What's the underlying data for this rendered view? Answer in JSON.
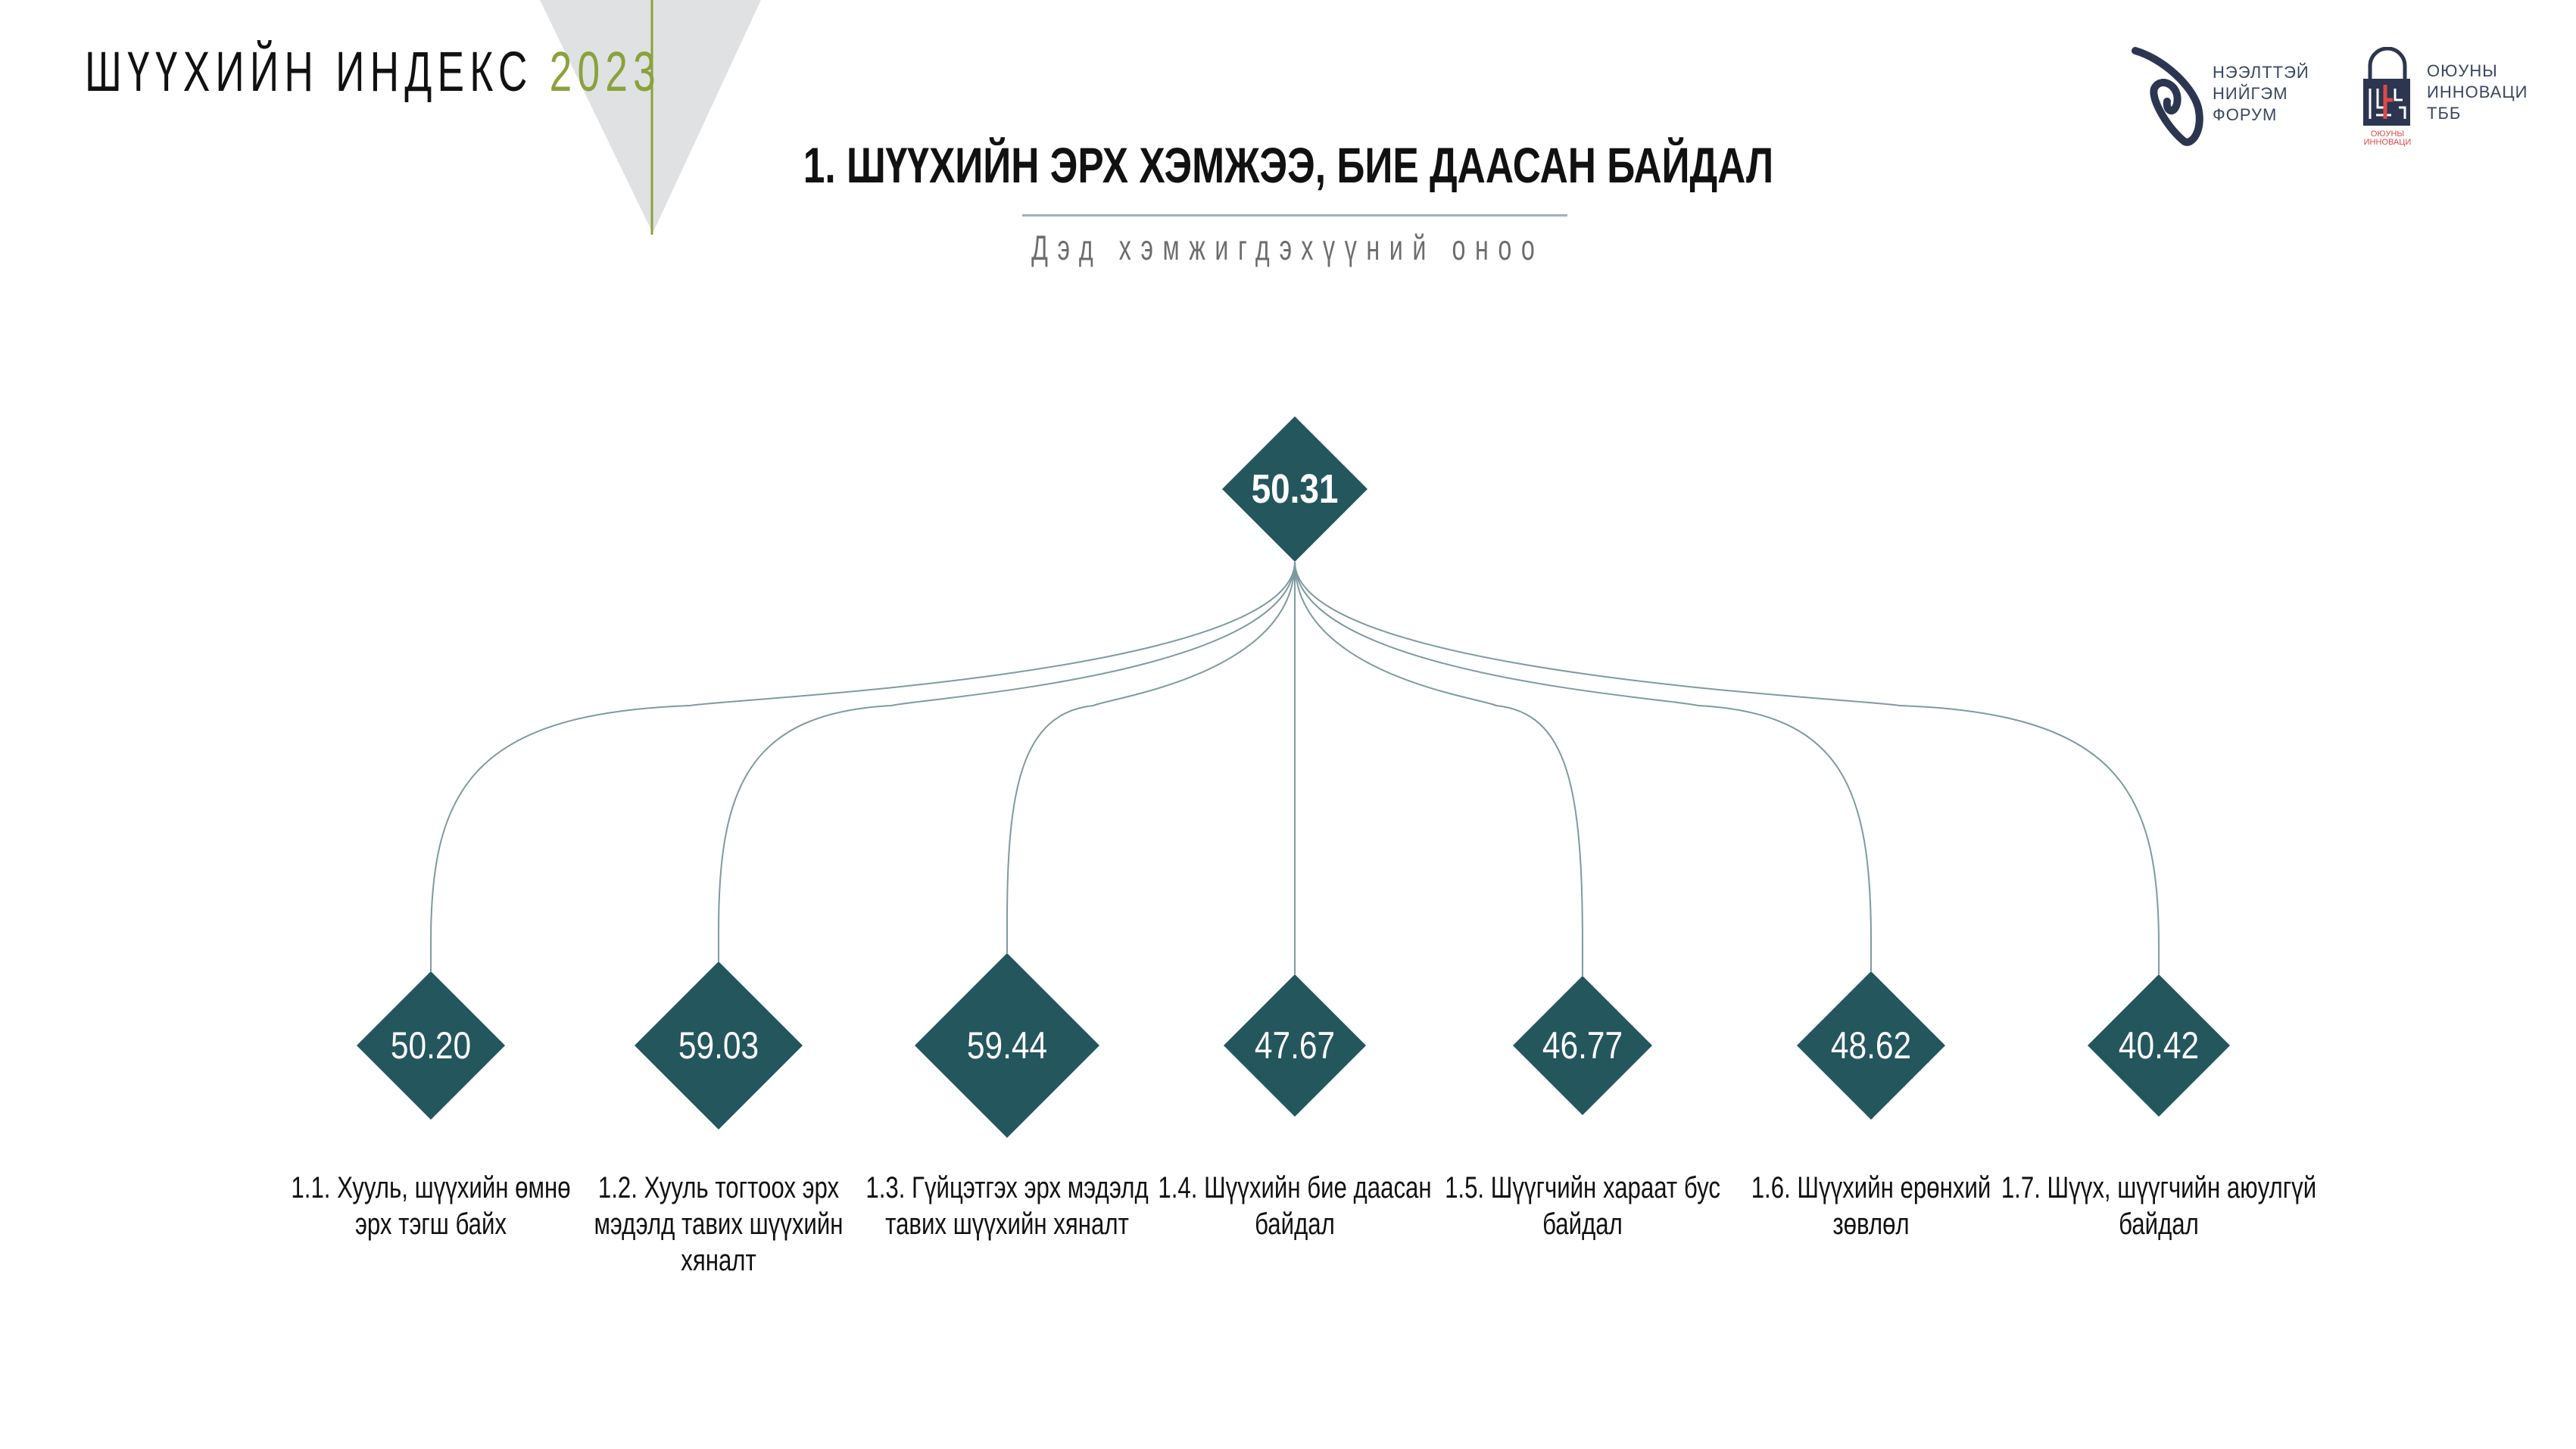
{
  "header": {
    "brand": "ШҮҮХИЙН ИНДЕКС",
    "year": "2023"
  },
  "logos": [
    {
      "name": "nff",
      "lines": [
        "НЭЭЛТТЭЙ",
        "НИЙГЭМ",
        "ФОРУМ"
      ]
    },
    {
      "name": "oi",
      "lines": [
        "ОЮУНЫ",
        "ИННОВАЦИ",
        "ТББ"
      ],
      "mark_text": [
        "ОЮУНЫ",
        "ИННОВАЦИ"
      ]
    }
  ],
  "title": "1. ШҮҮХИЙН ЭРХ ХЭМЖЭЭ, БИЕ ДААСАН БАЙДАЛ",
  "subtitle": "Дэд хэмжигдэхүүний оноо",
  "colors": {
    "node": "#24565e",
    "link": "#7f9a9f",
    "accent": "#8aa23c",
    "rule": "#9fb2b8"
  },
  "root": {
    "value": "50.31"
  },
  "children": [
    {
      "value": "50.20",
      "label": "1.1. Хууль, шүүхийн өмнө эрх тэгш байх"
    },
    {
      "value": "59.03",
      "label": "1.2. Хууль тогтоох эрх мэдэлд тавих шүүхийн хяналт"
    },
    {
      "value": "59.44",
      "label": "1.3. Гүйцэтгэх эрх мэдэлд тавих шүүхийн хяналт"
    },
    {
      "value": "47.67",
      "label": "1.4. Шүүхийн бие даасан байдал"
    },
    {
      "value": "46.77",
      "label": "1.5. Шүүгчийн хараат бус байдал"
    },
    {
      "value": "48.62",
      "label": "1.6. Шүүхийн ерөнхий зөвлөл"
    },
    {
      "value": "40.42",
      "label": "1.7. Шүүх, шүүгчийн аюулгүй байдал"
    }
  ]
}
